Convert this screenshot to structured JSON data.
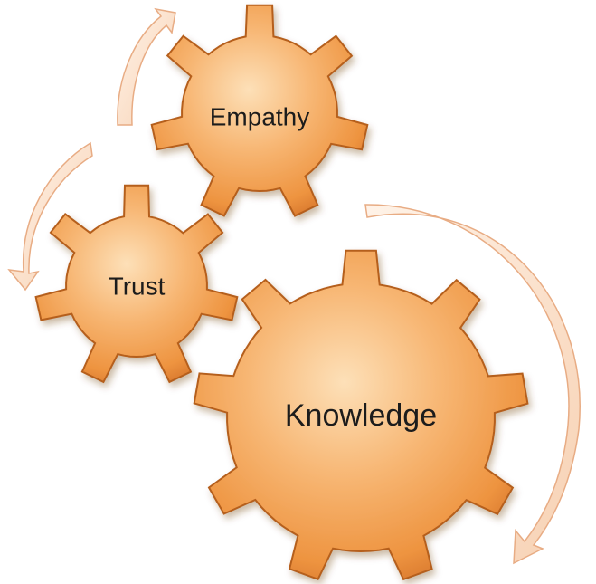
{
  "diagram": {
    "gears": [
      {
        "id": "empathy",
        "label": "Empathy"
      },
      {
        "id": "trust",
        "label": "Trust"
      },
      {
        "id": "knowledge",
        "label": "Knowledge"
      }
    ],
    "colors": {
      "gear_light": "#fcd1a0",
      "gear_mid": "#f4a55c",
      "gear_dark": "#d9792e",
      "gear_edge": "#b55e1c",
      "arrow_fill": "#fbe3cf",
      "arrow_edge": "#e8ac84"
    },
    "icons": {
      "gear": "gear-icon",
      "arrow": "curved-arrow-icon"
    }
  }
}
